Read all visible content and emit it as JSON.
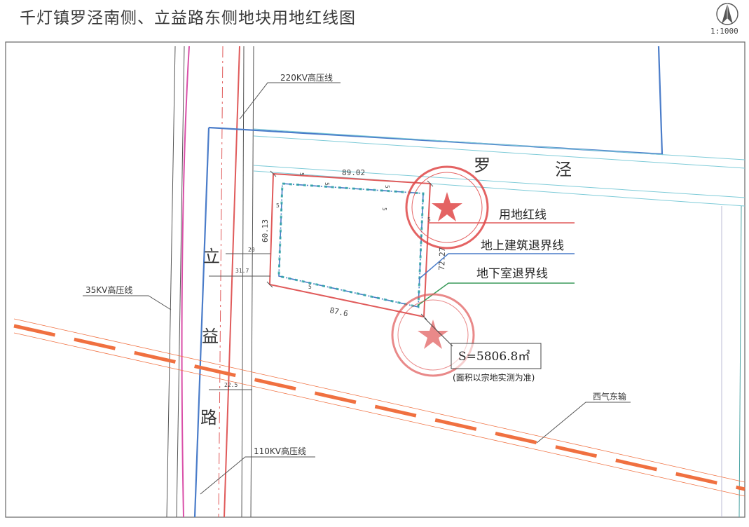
{
  "title": "千灯镇罗泾南侧、立益路东侧地块用地红线图",
  "scale": "1:1000",
  "roads": {
    "luojing": [
      "罗",
      "泾"
    ],
    "liyi": [
      "立",
      "益",
      "路"
    ]
  },
  "lines": {
    "hv220": "220KV高压线",
    "hv35": "35KV高压线",
    "hv110": "110KV高压线",
    "gas": "西气东输"
  },
  "dimensions": {
    "top": "89.02",
    "left": "60.13",
    "right": "72.27",
    "bottom": "87.6",
    "offset20": "20",
    "offset31": "31.7",
    "offset22": "22.5",
    "setback": "5"
  },
  "legend": {
    "red_line": "用地红线",
    "above_ground": "地上建筑退界线",
    "basement": "地下室退界线"
  },
  "area": {
    "value": "S=5806.8㎡",
    "note": "(面积以宗地实测为准)"
  },
  "colors": {
    "red": "#e05a5a",
    "blue": "#4a7cc9",
    "teal": "#2aa3a3",
    "green": "#3a9a5a",
    "magenta": "#d94fa8",
    "orange": "#f07040",
    "cyan": "#7ecbd8",
    "stamp": "#e04848"
  }
}
